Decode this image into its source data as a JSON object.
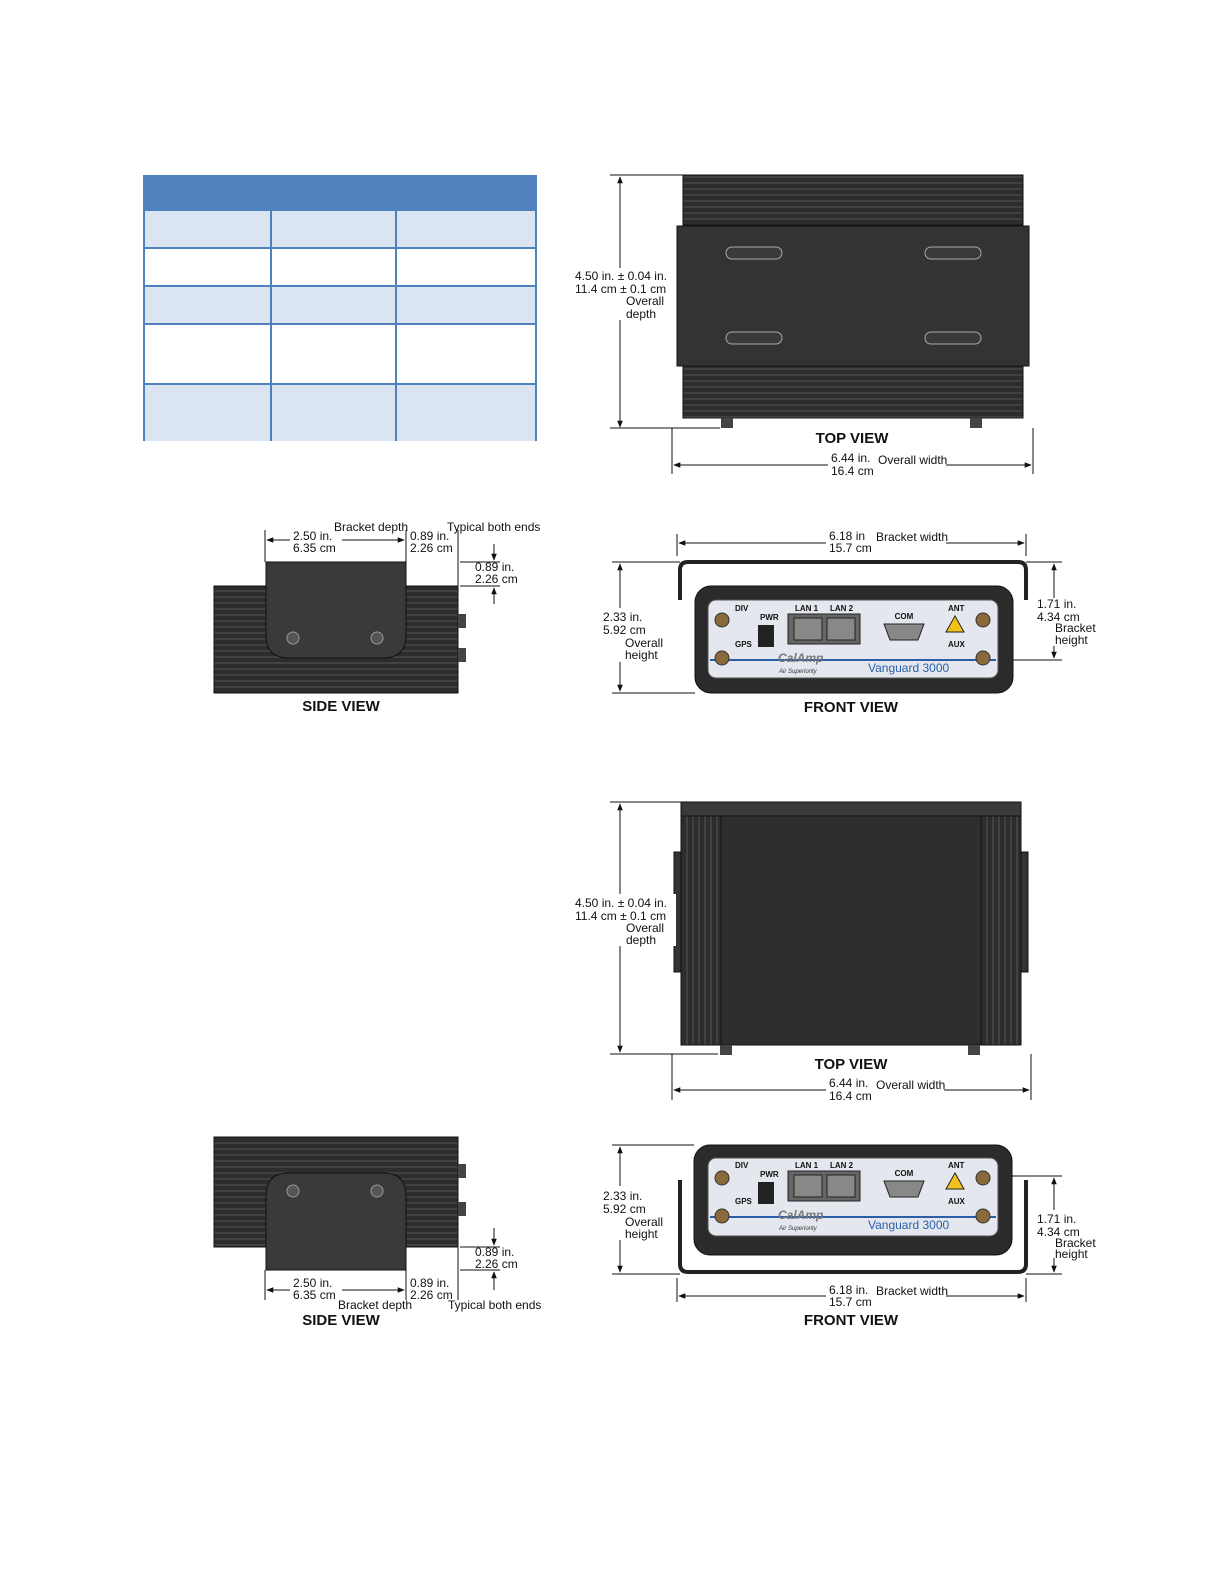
{
  "table": {
    "rows": 5
  },
  "drawing1": {
    "top_view": {
      "title": "TOP VIEW",
      "depth_in": "4.50 in. ± 0.04 in.",
      "depth_cm": "11.4 cm ± 0.1 cm",
      "depth_label_1": "Overall",
      "depth_label_2": "depth",
      "width_in": "6.44 in.",
      "width_label": "Overall width",
      "width_cm": "16.4 cm"
    },
    "side_view": {
      "title": "SIDE VIEW",
      "bracket_depth_in": "2.50 in.",
      "bracket_depth_cm": "6.35 cm",
      "bracket_depth_label": "Bracket depth",
      "end_in": "0.89 in.",
      "end_cm": "2.26 cm",
      "typical_label": "Typical both ends",
      "height_in": "0.89 in.",
      "height_cm": "2.26 cm"
    },
    "front_view": {
      "title": "FRONT VIEW",
      "bracket_width_in": "6.18 in",
      "bracket_width_cm": "15.7 cm",
      "bracket_width_label": "Bracket width",
      "height_in": "2.33 in.",
      "height_cm": "5.92 cm",
      "height_label_1": "Overall",
      "height_label_2": "height",
      "bracket_height_in": "1.71 in.",
      "bracket_height_cm": "4.34 cm",
      "bracket_height_label_1": "Bracket",
      "bracket_height_label_2": "height"
    }
  },
  "drawing2": {
    "top_view": {
      "title": "TOP VIEW",
      "depth_in": "4.50 in. ± 0.04 in.",
      "depth_cm": "11.4 cm ± 0.1 cm",
      "depth_label_1": "Overall",
      "depth_label_2": "depth",
      "width_in": "6.44 in.",
      "width_label": "Overall width",
      "width_cm": "16.4 cm"
    },
    "side_view": {
      "title": "SIDE VIEW",
      "bracket_depth_in": "2.50 in.",
      "bracket_depth_cm": "6.35 cm",
      "bracket_depth_label": "Bracket depth",
      "end_in": "0.89 in.",
      "end_cm": "2.26 cm",
      "typical_label": "Typical both ends",
      "height_in": "0.89 in.",
      "height_cm": "2.26 cm"
    },
    "front_view": {
      "title": "FRONT VIEW",
      "bracket_width_in": "6.18 in.",
      "bracket_width_cm": "15.7 cm",
      "bracket_width_label": "Bracket width",
      "height_in": "2.33 in.",
      "height_cm": "5.92 cm",
      "height_label_1": "Overall",
      "height_label_2": "height",
      "bracket_height_in": "1.71 in.",
      "bracket_height_cm": "4.34 cm",
      "bracket_height_label_1": "Bracket",
      "bracket_height_label_2": "height"
    }
  },
  "device_panel": {
    "div": "DIV",
    "gps": "GPS",
    "pwr": "PWR",
    "lan1": "LAN 1",
    "lan2": "LAN 2",
    "com": "COM",
    "ant": "ANT",
    "aux": "AUX",
    "brand": "CalAmp",
    "tagline": "Air Superiority",
    "model": "Vanguard 3000"
  },
  "colors": {
    "table_border": "#4f81bd",
    "table_alt_row": "#dbe5f1",
    "device_body": "#2b2b2b",
    "panel_face": "#e4e7ee",
    "model_text": "#2a5fa8"
  }
}
